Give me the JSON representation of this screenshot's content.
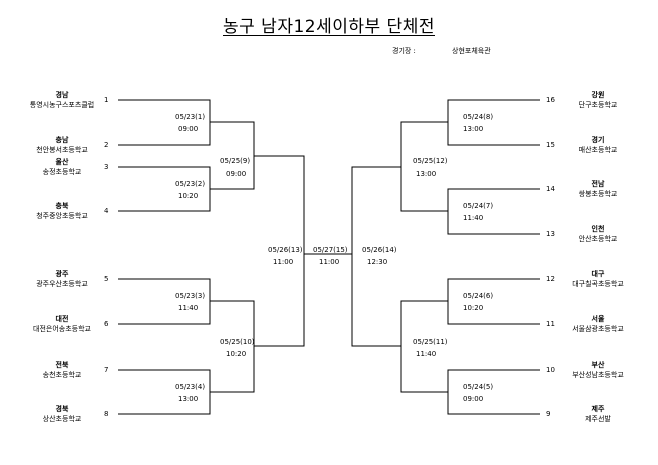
{
  "title": "농구 남자12세이하부 단체전",
  "header": {
    "venue_label": "경기장 :",
    "venue_value": "상현포체육관"
  },
  "teams": [
    {
      "seed": "1",
      "region": "경남",
      "school": "통영시농구스포츠클럽"
    },
    {
      "seed": "2",
      "region": "충남",
      "school": "천안봉서초등학교"
    },
    {
      "seed": "3",
      "region": "울산",
      "school": "송정초등학교"
    },
    {
      "seed": "4",
      "region": "충북",
      "school": "청주중앙초등학교"
    },
    {
      "seed": "5",
      "region": "광주",
      "school": "광주우산초등학교"
    },
    {
      "seed": "6",
      "region": "대전",
      "school": "대전은어송초등학교"
    },
    {
      "seed": "7",
      "region": "전북",
      "school": "송천초등학교"
    },
    {
      "seed": "8",
      "region": "경북",
      "school": "상산초등학교"
    },
    {
      "seed": "16",
      "region": "강원",
      "school": "단구초등학교"
    },
    {
      "seed": "15",
      "region": "경기",
      "school": "매산초등학교"
    },
    {
      "seed": "14",
      "region": "전남",
      "school": "쌍봉초등학교"
    },
    {
      "seed": "13",
      "region": "인천",
      "school": "안산초등학교"
    },
    {
      "seed": "12",
      "region": "대구",
      "school": "대구칠곡초등학교"
    },
    {
      "seed": "11",
      "region": "서울",
      "school": "서울삼광초등학교"
    },
    {
      "seed": "10",
      "region": "부산",
      "school": "부산성남초등학교"
    },
    {
      "seed": "9",
      "region": "제주",
      "school": "제주선발"
    }
  ],
  "matches": [
    {
      "date": "05/23(1)",
      "time": "09:00"
    },
    {
      "date": "05/23(2)",
      "time": "10:20"
    },
    {
      "date": "05/23(3)",
      "time": "11:40"
    },
    {
      "date": "05/23(4)",
      "time": "13:00"
    },
    {
      "date": "05/24(8)",
      "time": "13:00"
    },
    {
      "date": "05/24(7)",
      "time": "11:40"
    },
    {
      "date": "05/24(6)",
      "time": "10:20"
    },
    {
      "date": "05/24(5)",
      "time": "09:00"
    },
    {
      "date": "05/25(9)",
      "time": "09:00"
    },
    {
      "date": "05/25(10)",
      "time": "10:20"
    },
    {
      "date": "05/25(12)",
      "time": "13:00"
    },
    {
      "date": "05/25(11)",
      "time": "11:40"
    },
    {
      "date": "05/26(13)",
      "time": "11:00"
    },
    {
      "date": "05/26(14)",
      "time": "12:30"
    },
    {
      "date": "05/27(15)",
      "time": "11:00"
    }
  ]
}
